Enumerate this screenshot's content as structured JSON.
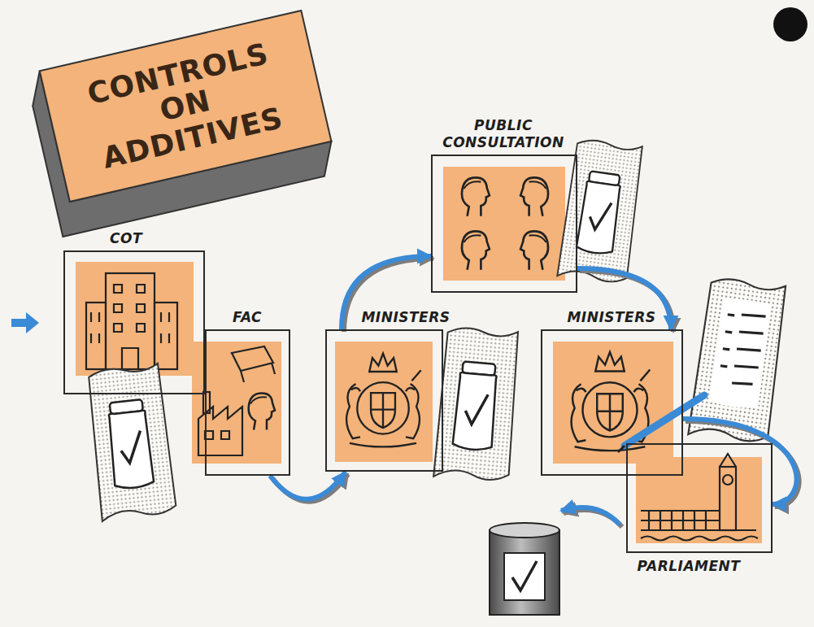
{
  "diagram": {
    "title": "CONTROLS ON ADDITIVES",
    "nodes": [
      {
        "text": [
          "COT"
        ]
      },
      {
        "text": [
          "FAC"
        ]
      },
      {
        "text": [
          "MINISTERS"
        ]
      },
      {
        "text": [
          "PUBLIC CONSULTATION"
        ]
      },
      {
        "text": [
          "MINISTERS"
        ]
      },
      {
        "text": [
          "PARLIAMENT"
        ]
      }
    ],
    "edges": [
      {
        "from": 1,
        "to": 2,
        "arrow": "to"
      },
      {
        "from": 2,
        "to": 3,
        "arrow": "to"
      },
      {
        "from": 3,
        "to": 4,
        "arrow": "to"
      },
      {
        "from": 4,
        "to": 5,
        "arrow": "to"
      }
    ]
  }
}
